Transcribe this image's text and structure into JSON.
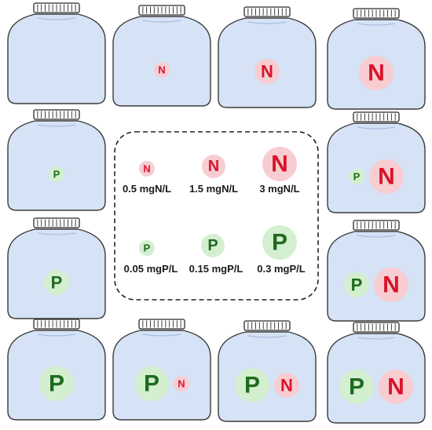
{
  "colors": {
    "bottle_fill": "#d6e2f5",
    "bottle_stroke": "#3b3b3b",
    "cap_fill": "#ffffff",
    "cap_stroke": "#2b2b2b",
    "n_circle": "#f7cdd2",
    "n_text": "#d9142b",
    "p_circle": "#d3efd0",
    "p_text": "#1f6a1f",
    "legend_border": "#222222"
  },
  "nutrients": {
    "n_symbol": "N",
    "p_symbol": "P"
  },
  "legend": {
    "nitrogen": [
      {
        "level": 1,
        "label": "0.5 mgN/L"
      },
      {
        "level": 2,
        "label": "1.5 mgN/L"
      },
      {
        "level": 3,
        "label": "3 mgN/L"
      }
    ],
    "phosphorus": [
      {
        "level": 1,
        "label": "0.05 mgP/L"
      },
      {
        "level": 2,
        "label": "0.15 mgP/L"
      },
      {
        "level": 3,
        "label": "0.3 mgP/L"
      }
    ]
  },
  "bottles": [
    {
      "id": "r1c1",
      "n_level": 0,
      "p_level": 0
    },
    {
      "id": "r1c2",
      "n_level": 1,
      "p_level": 0
    },
    {
      "id": "r1c3",
      "n_level": 2,
      "p_level": 0
    },
    {
      "id": "r1c4",
      "n_level": 3,
      "p_level": 0
    },
    {
      "id": "r2c1",
      "n_level": 0,
      "p_level": 1
    },
    {
      "id": "r2c4",
      "n_level": 3,
      "p_level": 1
    },
    {
      "id": "r3c1",
      "n_level": 0,
      "p_level": 2
    },
    {
      "id": "r3c4",
      "n_level": 3,
      "p_level": 2
    },
    {
      "id": "r4c1",
      "n_level": 0,
      "p_level": 3
    },
    {
      "id": "r4c2",
      "n_level": 1,
      "p_level": 3
    },
    {
      "id": "r4c3",
      "n_level": 2,
      "p_level": 3
    },
    {
      "id": "r4c4",
      "n_level": 3,
      "p_level": 3
    }
  ]
}
